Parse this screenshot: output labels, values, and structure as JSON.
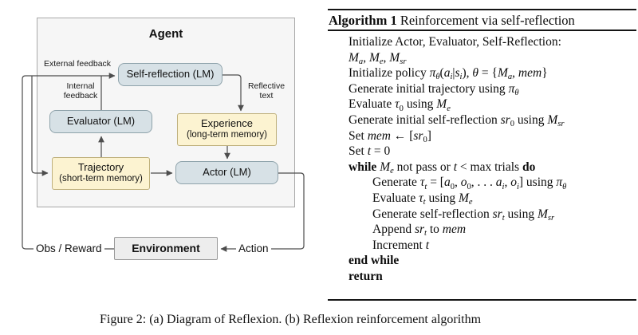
{
  "colors": {
    "lm_fill": "#d7e1e6",
    "lm_border": "#8fa3ab",
    "mem_fill": "#fcf3d1",
    "mem_border": "#bfb07c",
    "agent_fill": "#f6f6f6",
    "agent_border": "#a8a8a8",
    "env_fill": "#ededed",
    "env_border": "#999999",
    "arrow": "#4d4d4d",
    "text": "#111111"
  },
  "diagram": {
    "agent_title": "Agent",
    "boxes": {
      "self_reflection": {
        "label": "Self-reflection (LM)"
      },
      "evaluator": {
        "label": "Evaluator (LM)"
      },
      "experience": {
        "title": "Experience",
        "subtitle": "(long-term memory)"
      },
      "trajectory": {
        "title": "Trajectory",
        "subtitle": "(short-term memory)"
      },
      "actor": {
        "label": "Actor (LM)"
      },
      "environment": {
        "label": "Environment"
      }
    },
    "labels": {
      "external_feedback": "External feedback",
      "internal_feedback": [
        "Internal",
        "feedback"
      ],
      "reflective_text": [
        "Reflective",
        "text"
      ],
      "obs_reward": "Obs / Reward",
      "action": "Action"
    }
  },
  "algorithm": {
    "header": [
      {
        "t": "Algorithm 1 ",
        "b": true
      },
      {
        "t": "Reinforcement via self-reflection"
      }
    ],
    "lines": [
      {
        "indent": 1,
        "segs": [
          {
            "t": "Initialize Actor, Evaluator, Self-Reflection:"
          }
        ]
      },
      {
        "indent": 1,
        "segs": [
          {
            "t": "M",
            "i": true
          },
          {
            "t": "a",
            "i": true,
            "s": true
          },
          {
            "t": ", "
          },
          {
            "t": "M",
            "i": true
          },
          {
            "t": "e",
            "i": true,
            "s": true
          },
          {
            "t": ", "
          },
          {
            "t": "M",
            "i": true
          },
          {
            "t": "sr",
            "i": true,
            "s": true
          }
        ]
      },
      {
        "indent": 1,
        "segs": [
          {
            "t": "Initialize policy "
          },
          {
            "t": "π",
            "i": true
          },
          {
            "t": "θ",
            "i": true,
            "s": true
          },
          {
            "t": "("
          },
          {
            "t": "a",
            "i": true
          },
          {
            "t": "i",
            "i": true,
            "s": true
          },
          {
            "t": "|"
          },
          {
            "t": "s",
            "i": true
          },
          {
            "t": "i",
            "i": true,
            "s": true
          },
          {
            "t": "), "
          },
          {
            "t": "θ",
            "i": true
          },
          {
            "t": " = {"
          },
          {
            "t": "M",
            "i": true
          },
          {
            "t": "a",
            "i": true,
            "s": true
          },
          {
            "t": ", "
          },
          {
            "t": "mem",
            "i": true
          },
          {
            "t": "}"
          }
        ]
      },
      {
        "indent": 1,
        "segs": [
          {
            "t": "Generate initial trajectory using "
          },
          {
            "t": "π",
            "i": true
          },
          {
            "t": "θ",
            "i": true,
            "s": true
          }
        ]
      },
      {
        "indent": 1,
        "segs": [
          {
            "t": "Evaluate "
          },
          {
            "t": "τ",
            "i": true
          },
          {
            "t": "0",
            "s": true
          },
          {
            "t": " using "
          },
          {
            "t": "M",
            "i": true
          },
          {
            "t": "e",
            "i": true,
            "s": true
          }
        ]
      },
      {
        "indent": 1,
        "segs": [
          {
            "t": "Generate initial self-reflection "
          },
          {
            "t": "sr",
            "i": true
          },
          {
            "t": "0",
            "s": true
          },
          {
            "t": " using "
          },
          {
            "t": "M",
            "i": true
          },
          {
            "t": "sr",
            "i": true,
            "s": true
          }
        ]
      },
      {
        "indent": 1,
        "segs": [
          {
            "t": "Set "
          },
          {
            "t": "mem",
            "i": true
          },
          {
            "t": " ← ["
          },
          {
            "t": "sr",
            "i": true
          },
          {
            "t": "0",
            "s": true
          },
          {
            "t": "]"
          }
        ]
      },
      {
        "indent": 1,
        "segs": [
          {
            "t": "Set "
          },
          {
            "t": "t",
            "i": true
          },
          {
            "t": " = 0"
          }
        ]
      },
      {
        "indent": 1,
        "segs": [
          {
            "t": "while",
            "b": true
          },
          {
            "t": " "
          },
          {
            "t": "M",
            "i": true
          },
          {
            "t": "e",
            "i": true,
            "s": true
          },
          {
            "t": " not pass or "
          },
          {
            "t": "t",
            "i": true
          },
          {
            "t": " < max trials "
          },
          {
            "t": "do",
            "b": true
          }
        ]
      },
      {
        "indent": 2,
        "segs": [
          {
            "t": "Generate "
          },
          {
            "t": "τ",
            "i": true
          },
          {
            "t": "t",
            "i": true,
            "s": true
          },
          {
            "t": " = ["
          },
          {
            "t": "a",
            "i": true
          },
          {
            "t": "0",
            "s": true
          },
          {
            "t": ", "
          },
          {
            "t": "o",
            "i": true
          },
          {
            "t": "0",
            "s": true
          },
          {
            "t": ", . . . "
          },
          {
            "t": "a",
            "i": true
          },
          {
            "t": "i",
            "i": true,
            "s": true
          },
          {
            "t": ", "
          },
          {
            "t": "o",
            "i": true
          },
          {
            "t": "i",
            "i": true,
            "s": true
          },
          {
            "t": "] using "
          },
          {
            "t": "π",
            "i": true
          },
          {
            "t": "θ",
            "i": true,
            "s": true
          }
        ]
      },
      {
        "indent": 2,
        "segs": [
          {
            "t": "Evaluate "
          },
          {
            "t": "τ",
            "i": true
          },
          {
            "t": "t",
            "i": true,
            "s": true
          },
          {
            "t": " using "
          },
          {
            "t": "M",
            "i": true
          },
          {
            "t": "e",
            "i": true,
            "s": true
          }
        ]
      },
      {
        "indent": 2,
        "segs": [
          {
            "t": "Generate self-reflection "
          },
          {
            "t": "sr",
            "i": true
          },
          {
            "t": "t",
            "i": true,
            "s": true
          },
          {
            "t": " using "
          },
          {
            "t": "M",
            "i": true
          },
          {
            "t": "sr",
            "i": true,
            "s": true
          }
        ]
      },
      {
        "indent": 2,
        "segs": [
          {
            "t": "Append "
          },
          {
            "t": "sr",
            "i": true
          },
          {
            "t": "t",
            "i": true,
            "s": true
          },
          {
            "t": " to "
          },
          {
            "t": "mem",
            "i": true
          }
        ]
      },
      {
        "indent": 2,
        "segs": [
          {
            "t": "Increment "
          },
          {
            "t": "t",
            "i": true
          }
        ]
      },
      {
        "indent": 1,
        "segs": [
          {
            "t": "end while",
            "b": true
          }
        ]
      },
      {
        "indent": 1,
        "segs": [
          {
            "t": "return",
            "b": true
          }
        ]
      }
    ]
  },
  "figure": {
    "caption": "Figure 2: (a) Diagram of Reflexion. (b) Reflexion reinforcement algorithm"
  }
}
